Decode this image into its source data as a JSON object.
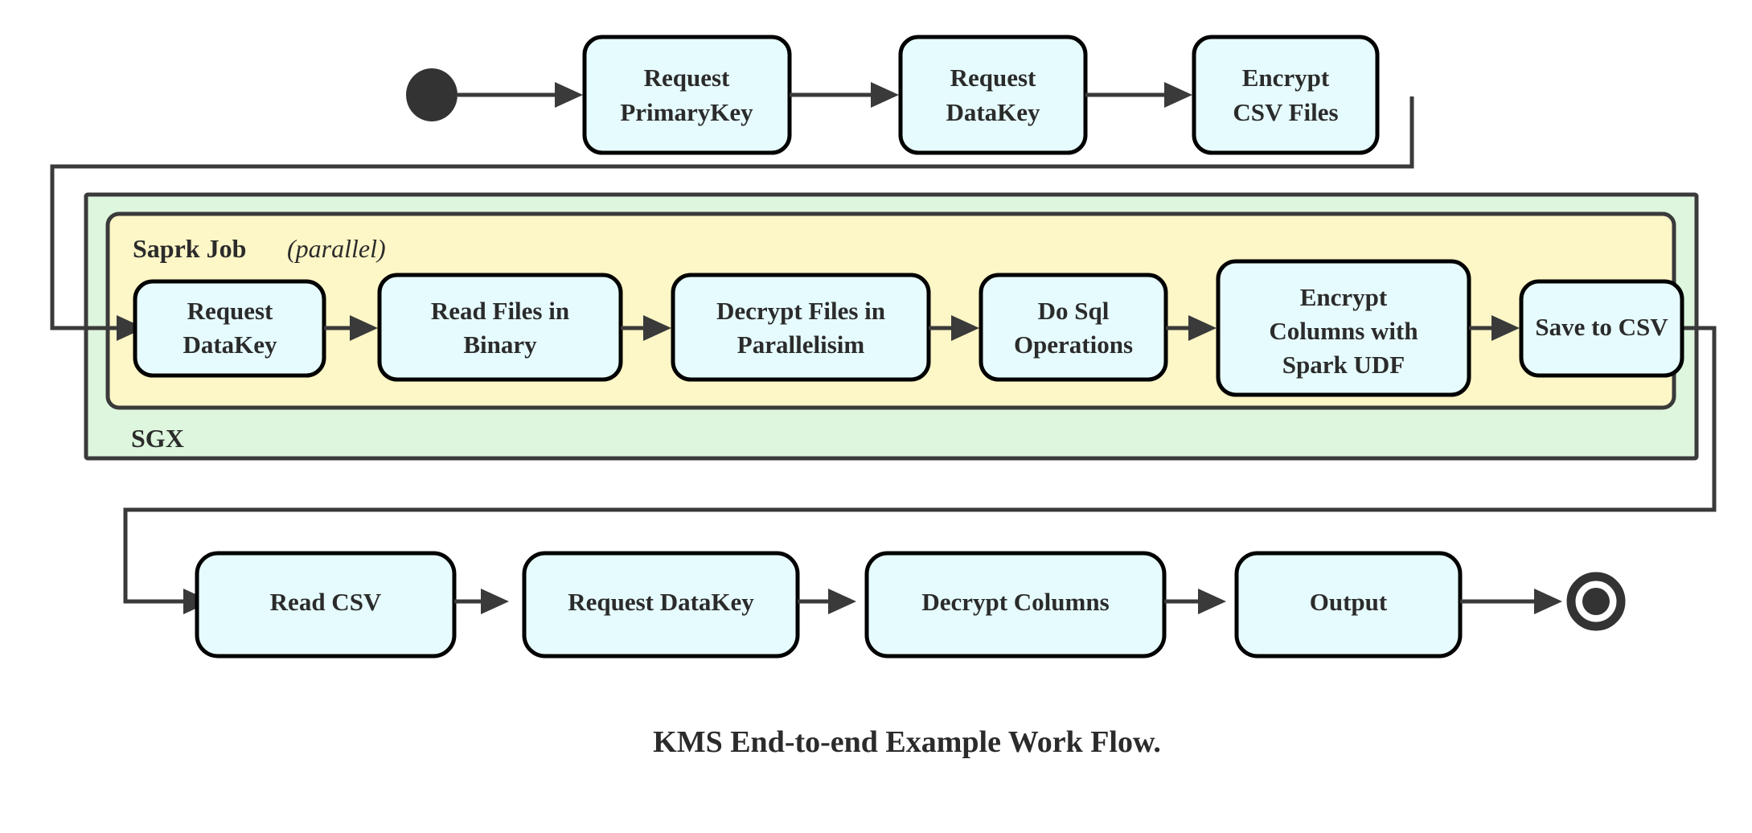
{
  "figure": {
    "caption": "KMS End-to-end Example Work Flow.",
    "type": "activity-flow-diagram"
  },
  "colors": {
    "node_fill": "#e6fbfd",
    "node_stroke": "#000000",
    "sgx_container_fill": "#ddf6dd",
    "spark_container_fill": "#fdf6c6",
    "line": "#3a3a3a",
    "text": "#2b2b2b"
  },
  "containers": {
    "sgx": {
      "label": "SGX"
    },
    "spark_job": {
      "label": "Saprk Job",
      "qualifier": "(parallel)"
    }
  },
  "nodes": {
    "start": {
      "name": "start-node"
    },
    "end": {
      "name": "end-node"
    },
    "top_row": [
      {
        "id": "request-primarykey",
        "line1": "Request",
        "line2": "PrimaryKey"
      },
      {
        "id": "request-datakey-top",
        "line1": "Request",
        "line2": "DataKey"
      },
      {
        "id": "encrypt-csv-files",
        "line1": "Encrypt",
        "line2": "CSV Files"
      }
    ],
    "spark_row": [
      {
        "id": "request-datakey-spark",
        "line1": "Request",
        "line2": "DataKey",
        "line3": ""
      },
      {
        "id": "read-files-in-binary",
        "line1": "Read Files in",
        "line2": "Binary",
        "line3": ""
      },
      {
        "id": "decrypt-files-in-parallelisim",
        "line1": "Decrypt Files in",
        "line2": "Parallelisim",
        "line3": ""
      },
      {
        "id": "do-sql-operations",
        "line1": "Do Sql",
        "line2": "Operations",
        "line3": ""
      },
      {
        "id": "encrypt-columns-with-spark-udf",
        "line1": "Encrypt",
        "line2": "Columns with",
        "line3": "Spark UDF"
      },
      {
        "id": "save-to-csv",
        "line1": "Save to CSV",
        "line2": "",
        "line3": ""
      }
    ],
    "bottom_row": [
      {
        "id": "read-csv",
        "line1": "Read CSV",
        "line2": ""
      },
      {
        "id": "request-datakey-bottom",
        "line1": "Request DataKey",
        "line2": ""
      },
      {
        "id": "decrypt-columns",
        "line1": "Decrypt Columns",
        "line2": ""
      },
      {
        "id": "output",
        "line1": "Output",
        "line2": ""
      }
    ]
  },
  "edges": [
    {
      "from": "start",
      "to": "request-primarykey"
    },
    {
      "from": "request-primarykey",
      "to": "request-datakey-top"
    },
    {
      "from": "request-datakey-top",
      "to": "encrypt-csv-files"
    },
    {
      "from": "encrypt-csv-files",
      "to": "request-datakey-spark",
      "routing": "wrap-left"
    },
    {
      "from": "request-datakey-spark",
      "to": "read-files-in-binary"
    },
    {
      "from": "read-files-in-binary",
      "to": "decrypt-files-in-parallelisim"
    },
    {
      "from": "decrypt-files-in-parallelisim",
      "to": "do-sql-operations"
    },
    {
      "from": "do-sql-operations",
      "to": "encrypt-columns-with-spark-udf"
    },
    {
      "from": "encrypt-columns-with-spark-udf",
      "to": "save-to-csv"
    },
    {
      "from": "save-to-csv",
      "to": "read-csv",
      "routing": "wrap-right"
    },
    {
      "from": "read-csv",
      "to": "request-datakey-bottom"
    },
    {
      "from": "request-datakey-bottom",
      "to": "decrypt-columns"
    },
    {
      "from": "decrypt-columns",
      "to": "output"
    },
    {
      "from": "output",
      "to": "end"
    }
  ]
}
